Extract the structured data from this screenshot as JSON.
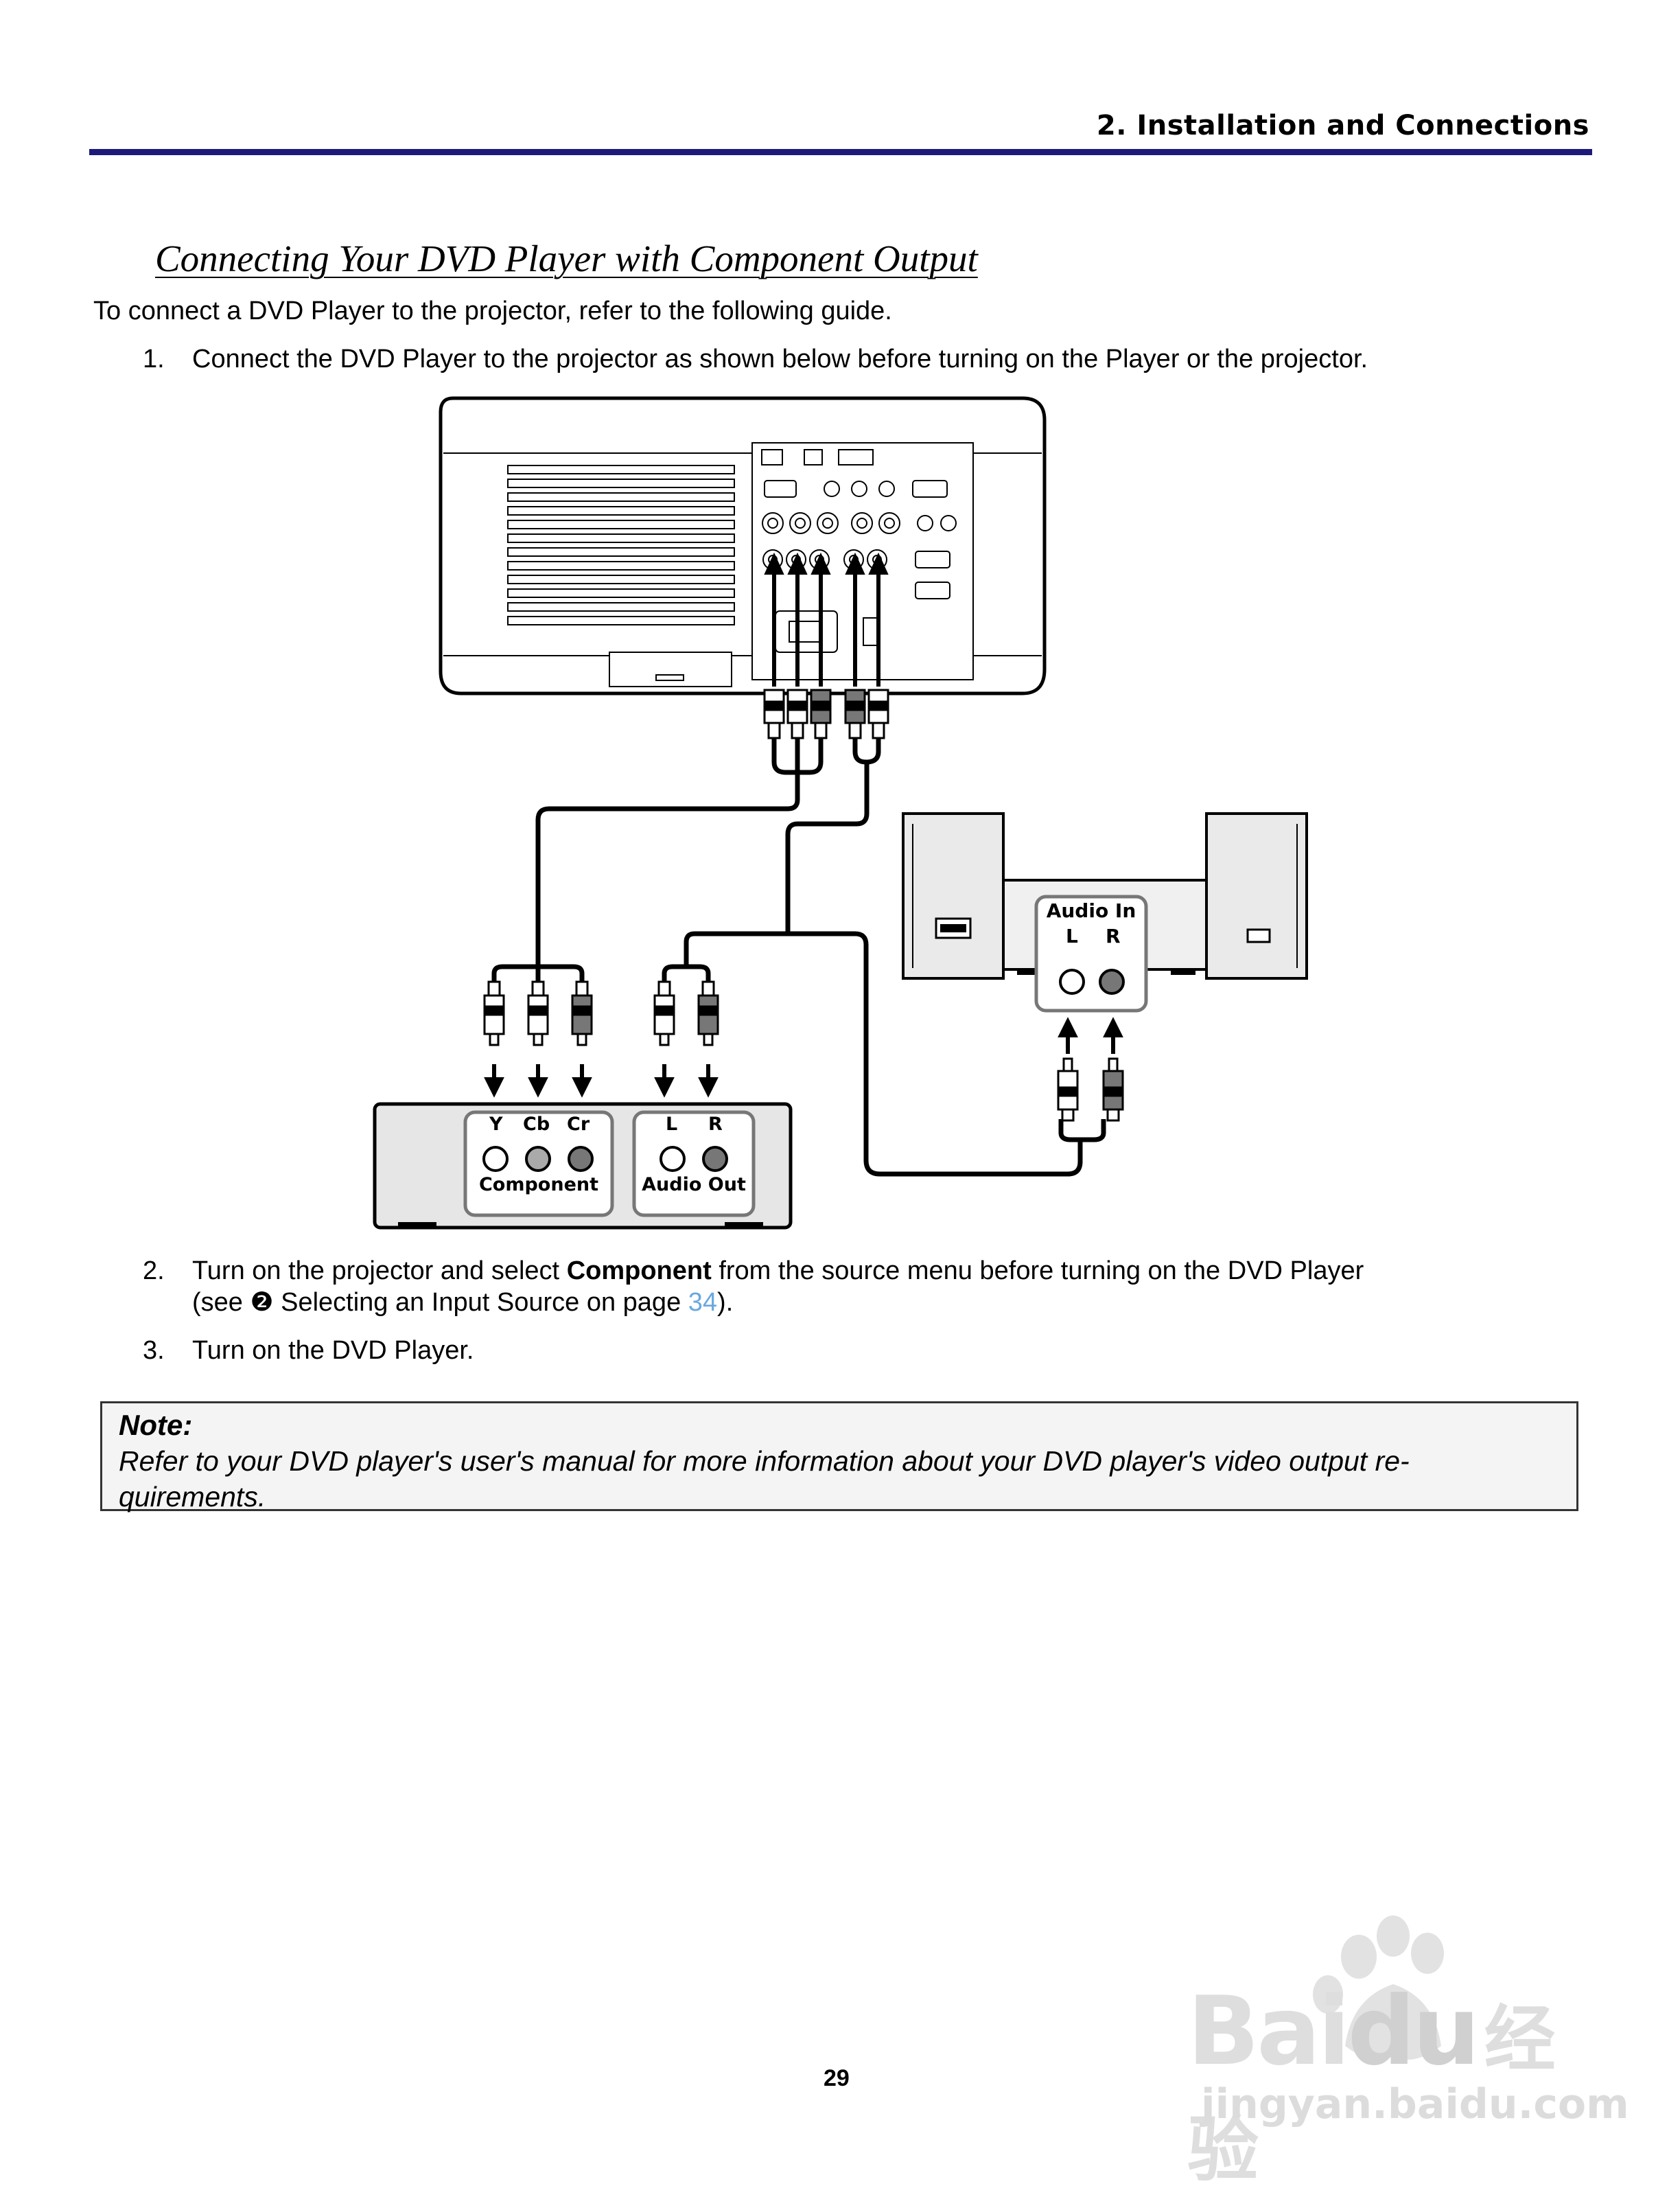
{
  "header": {
    "title": "2. Installation and Connections"
  },
  "section_title": "Connecting Your DVD Player with Component Output",
  "intro": "To connect a DVD Player to the projector, refer to the following guide.",
  "steps": [
    {
      "num": "1.",
      "text": "Connect the DVD Player to the projector as shown below before turning on the Player or the projector."
    },
    {
      "num": "2.",
      "text_a": "Turn on the projector and select ",
      "text_bold": "Component",
      "text_b": " from the source menu before turning on the DVD Player",
      "text_c": "(see ❷ Selecting an Input Source on page ",
      "link": "34",
      "text_d": ")."
    },
    {
      "num": "3.",
      "text": "Turn on the DVD Player."
    }
  ],
  "diagram": {
    "audio_in": {
      "title": "Audio In",
      "left": "L",
      "right": "R"
    },
    "component": {
      "y": "Y",
      "cb": "Cb",
      "cr": "Cr",
      "label": "Component"
    },
    "audio_out": {
      "left": "L",
      "right": "R",
      "label": "Audio Out"
    }
  },
  "note": {
    "title": "Note:",
    "line1": "Refer to your DVD player's user's manual for more information about your DVD player's video output re-",
    "line2": "quirements."
  },
  "page_number": "29",
  "watermark": {
    "brand": "Bai",
    "brand2": "du",
    "cn": "经验",
    "url": "jingyan.baidu.com"
  }
}
